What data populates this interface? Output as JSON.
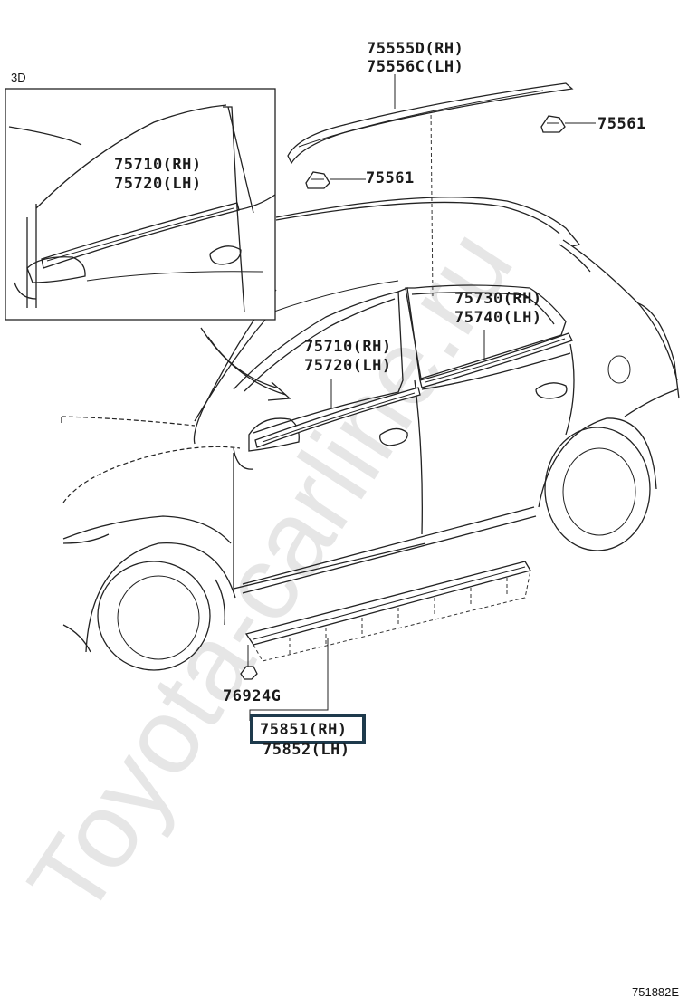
{
  "inset": {
    "label": "3D"
  },
  "labels": {
    "roof_molding_rh": "75555D(RH)",
    "roof_molding_lh": "75556C(LH)",
    "clip_rear": "75561",
    "clip_front": "75561",
    "front_belt_rh": "75710(RH)",
    "front_belt_lh": "75720(LH)",
    "inset_belt_rh": "75710(RH)",
    "inset_belt_lh": "75720(LH)",
    "rear_belt_rh": "75730(RH)",
    "rear_belt_lh": "75740(LH)",
    "rocker_clip": "76924G",
    "rocker_rh": "75851(RH)",
    "rocker_lh": "75852(LH)"
  },
  "highlight": {
    "target": "75851(RH)",
    "color": "#1e3a4c"
  },
  "watermark": "Toyota-carline.ru",
  "figure_code": "751882E"
}
